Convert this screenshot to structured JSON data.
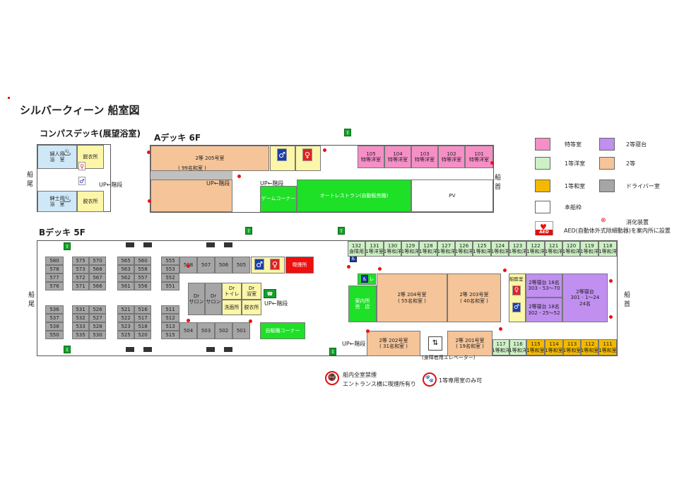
{
  "title": "シルバークィーン 船室図",
  "compass_deck": {
    "title": "コンパスデッキ(展望浴室)",
    "bow_stern_label": "船\n尾",
    "women_bath": "婦人用\n浴　室",
    "men_bath": "紳士用\n浴　室",
    "dressing_room": "脱衣所",
    "up_stairs": "UP←階段"
  },
  "a_deck": {
    "title": "Aデッキ 6F",
    "room_205": "2等 205号室",
    "room_205_sub": "( 99名和室 )",
    "up_stairs_1": "UP←階段",
    "up_stairs_2": "UP←階段",
    "game_corner": "ゲームコーナー",
    "restaurant": "オートレストラン(自動販売機)",
    "pv": "PV",
    "stern": "船\n尾",
    "bow": "船\n首",
    "special_rooms": [
      {
        "no": "105",
        "type": "特等洋室"
      },
      {
        "no": "104",
        "type": "特等洋室"
      },
      {
        "no": "103",
        "type": "特等洋室"
      },
      {
        "no": "102",
        "type": "特等洋室"
      },
      {
        "no": "101",
        "type": "特等洋室"
      }
    ]
  },
  "b_deck": {
    "title": "Bデッキ 5F",
    "stern": "船\n尾",
    "bow": "船\n首",
    "smoking": "喫煙所",
    "vending": "自販機コーナー",
    "up_stairs_1": "UP←階段",
    "up_stairs_2": "UP←階段",
    "info": "案内所\n売　店",
    "toilet": "トイレ",
    "dr_salon": "Dr\nサロン",
    "dr_toilet": "Dr\nトイレ",
    "dr_bath": "Dr\n浴室",
    "washroom": "洗面所",
    "dressing": "脱衣所",
    "elevator": "(身障者用エレベーター)",
    "room_204": "2等 204号室",
    "room_204_sub": "( 55名和室 )",
    "room_203": "2等 203号室",
    "room_203_sub": "( 40名和室 )",
    "room_202": "2等 202号室",
    "room_202_sub": "( 31名和室 )",
    "room_201": "2等 201号室",
    "room_201_sub": "( 19名和室 )",
    "bed_room": "船酔室",
    "bunk_a": "2等寝台 18名",
    "bunk_a_sub": "303 - 53〜70",
    "bunk_b": "2等寝台 18名",
    "bunk_b_sub": "302 - 25〜52",
    "bunk_c": "2等寝台",
    "bunk_c_sub": "301 - 1〜24",
    "bunk_c_count": "24名",
    "grey_left": [
      [
        "580",
        "575",
        "570"
      ],
      [
        "578",
        "573",
        "568"
      ],
      [
        "577",
        "572",
        "567"
      ],
      [
        "576",
        "571",
        "566"
      ]
    ],
    "grey_left_b": [
      [
        "536",
        "531",
        "526"
      ],
      [
        "537",
        "532",
        "527"
      ],
      [
        "538",
        "533",
        "528"
      ],
      [
        "550",
        "535",
        "530"
      ]
    ],
    "grey_mid": [
      [
        "565",
        "560"
      ],
      [
        "563",
        "558"
      ],
      [
        "562",
        "557"
      ],
      [
        "561",
        "556"
      ]
    ],
    "grey_mid_b": [
      [
        "521",
        "516"
      ],
      [
        "522",
        "517"
      ],
      [
        "523",
        "518"
      ],
      [
        "525",
        "520"
      ]
    ],
    "grey_col": [
      "555",
      "553",
      "552",
      "551"
    ],
    "grey_col_b": [
      "511",
      "512",
      "513",
      "515"
    ],
    "grey_row_top": [
      "508",
      "507",
      "506",
      "505"
    ],
    "grey_row_bot": [
      "504",
      "503",
      "502",
      "501"
    ],
    "top_rooms": [
      {
        "no": "132",
        "type": "身障用"
      },
      {
        "no": "131",
        "type": "1等洋室"
      },
      {
        "no": "130",
        "type": "1等和洋"
      },
      {
        "no": "129",
        "type": "1等和洋"
      },
      {
        "no": "128",
        "type": "1等和洋"
      },
      {
        "no": "127",
        "type": "1等和洋"
      },
      {
        "no": "126",
        "type": "1等和洋"
      },
      {
        "no": "125",
        "type": "1等和洋"
      },
      {
        "no": "124",
        "type": "1等和洋"
      },
      {
        "no": "123",
        "type": "1等和洋"
      },
      {
        "no": "122",
        "type": "1等和洋"
      },
      {
        "no": "121",
        "type": "1等和洋"
      },
      {
        "no": "120",
        "type": "1等和洋"
      },
      {
        "no": "119",
        "type": "1等和洋"
      },
      {
        "no": "118",
        "type": "1等和洋"
      }
    ],
    "bottom_rooms": [
      {
        "no": "117",
        "type": "1等和洋"
      },
      {
        "no": "116",
        "type": "1等和洋"
      },
      {
        "no": "115",
        "type": "1等和室"
      },
      {
        "no": "114",
        "type": "1等和室"
      },
      {
        "no": "113",
        "type": "1等和室"
      },
      {
        "no": "112",
        "type": "1等和室"
      },
      {
        "no": "111",
        "type": "1等和室"
      }
    ]
  },
  "legend": {
    "special": "特等室",
    "bunk2": "2等寝台",
    "western1": "1等洋室",
    "class2": "2等",
    "japanese1": "1等和室",
    "driver": "ドライバー室",
    "frame": "本船枠",
    "extinguisher": "消化装置",
    "aed_label": "AED",
    "aed": "AED(自動体外式除細動器)を案内所に設置"
  },
  "notes": {
    "no_smoking": "船内全室禁煙",
    "smoking_area": "エントランス横に喫煙所有り",
    "pets": "1等専用室のみ可"
  }
}
